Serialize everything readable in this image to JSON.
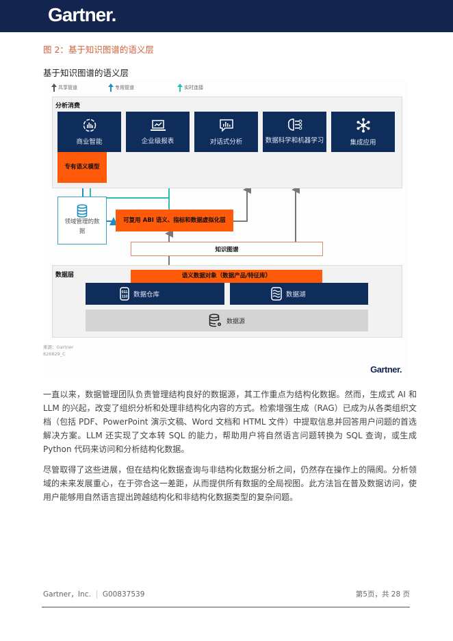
{
  "header": {
    "logo_text": "Gartner."
  },
  "figure": {
    "caption": "图 2：基于知识图谱的语义层",
    "title": "基于知识图谱的语义层"
  },
  "diagram": {
    "legend": [
      {
        "label": "共享管道",
        "color": "#555555"
      },
      {
        "label": "专用管道",
        "color": "#1e8ec0"
      },
      {
        "label": "实时连接",
        "color": "#2bbfb0"
      }
    ],
    "analytics_panel": {
      "label": "分析消费",
      "tiles": [
        {
          "label": "商业智能",
          "icon": "bi-chart-icon"
        },
        {
          "label": "企业级报表",
          "icon": "laptop-chart-icon"
        },
        {
          "label": "对话式分析",
          "icon": "chat-chart-icon"
        },
        {
          "label": "数据科学和机器学习",
          "icon": "brain-network-icon"
        },
        {
          "label": "集成应用",
          "icon": "hub-network-icon"
        }
      ],
      "proprietary_model": "专有语义模型"
    },
    "domain_data": "领域管理的数据",
    "reusable_layer": "可复用 ABI 语义、指标和数据虚拟化层",
    "knowledge_graph": "知识图谱",
    "data_panel": {
      "label": "数据层",
      "semantic_objects": "语义数据对象（数据产品/特征库）",
      "warehouse": "数据仓库",
      "lake": "数据湖",
      "sources": "数据源"
    },
    "source_note": "来源：Gartner",
    "figure_id": "826829_C",
    "brand": "Gartner."
  },
  "paragraphs": [
    "一直以来，数据管理团队负责管理结构良好的数据源，其工作重点为结构化数据。然而，生成式 AI 和 LLM 的兴起，改变了组织分析和处理非结构化内容的方式。检索增强生成（RAG）已成为从各类组织文档（包括 PDF、PowerPoint 演示文稿、Word 文档和 HTML 文件）中提取信息并回答用户问题的首选解决方案。LLM 还实现了文本转 SQL 的能力，帮助用户将自然语言问题转换为 SQL 查询，或生成 Python 代码来访问和分析结构化数据。",
    "尽管取得了这些进展，但在结构化数据查询与非结构化数据分析之间，仍然存在操作上的隔阂。分析领域的未来发展重心，在于弥合这一差距，从而提供所有数据的全局视图。此方法旨在普及数据访问，使用户能够用自然语言提出跨越结构化和非结构化数据类型的复杂问题。"
  ],
  "footer": {
    "company": "Gartner，Inc.",
    "doc_id": "G00837539",
    "page": "第5页，共 28 页"
  }
}
